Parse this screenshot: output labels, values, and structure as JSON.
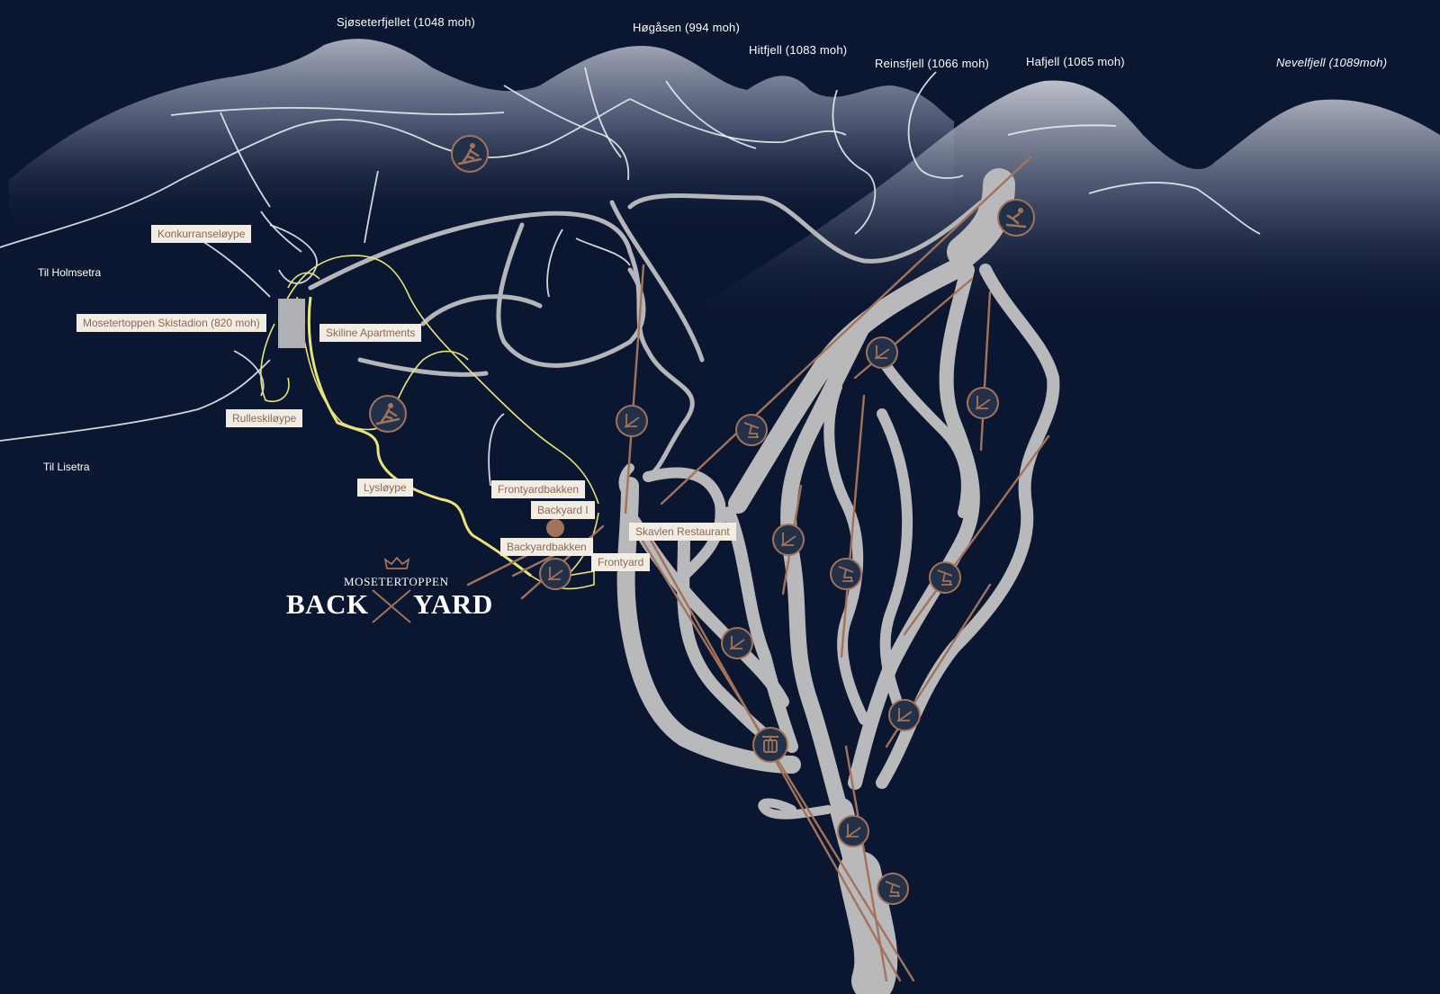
{
  "map": {
    "colors": {
      "background": "#0b1631",
      "slope": "#b9b9bb",
      "lift": "#a2735a",
      "road": "#e8eaf0",
      "cross_country_trail": "#e7e47a",
      "icon_fill": "#223048",
      "label_bg": "#f2ece2",
      "label_text": "#8a6a55"
    },
    "peaks": [
      {
        "id": "sjoseterfjellet",
        "label": "Sjøseterfjellet (1048 moh)"
      },
      {
        "id": "hogasen",
        "label": "Høgåsen (994 moh)"
      },
      {
        "id": "hitfjell",
        "label": "Hitfjell (1083 moh)"
      },
      {
        "id": "reinsfjell",
        "label": "Reinsfjell (1066 moh)"
      },
      {
        "id": "hafjell",
        "label": "Hafjell (1065 moh)"
      },
      {
        "id": "nevelfjell",
        "label": "Nevelfjell (1089moh)"
      }
    ],
    "directions": [
      {
        "id": "holmsetra",
        "label": "Til Holmsetra"
      },
      {
        "id": "lisetra",
        "label": "Til Lisetra"
      }
    ],
    "places": [
      {
        "id": "konkurranseloype",
        "label": "Konkurranseløype"
      },
      {
        "id": "skistadion",
        "label": "Mosetertoppen Skistadion (820 moh)"
      },
      {
        "id": "skiline",
        "label": "Skiline Apartments"
      },
      {
        "id": "rulleskiloype",
        "label": "Rulleskiløype"
      },
      {
        "id": "lysloype",
        "label": "Lysløype"
      },
      {
        "id": "frontyardbakken",
        "label": "Frontyardbakken"
      },
      {
        "id": "backyard1",
        "label": "Backyard I"
      },
      {
        "id": "skavlen",
        "label": "Skavlen Restaurant"
      },
      {
        "id": "backyardbakken",
        "label": "Backyardbakken"
      },
      {
        "id": "frontyard",
        "label": "Frontyard"
      }
    ],
    "logo": {
      "top": "MOSETERTOPPEN",
      "left": "BACK",
      "right": "YARD"
    },
    "icons": [
      {
        "id": "xc-skier-top",
        "type": "cross-country-skier-icon"
      },
      {
        "id": "xc-skier-mid",
        "type": "cross-country-skier-icon"
      },
      {
        "id": "downhill-skier-top",
        "type": "downhill-skier-icon"
      },
      {
        "id": "tbar-1",
        "type": "t-bar-lift-icon"
      },
      {
        "id": "tbar-2",
        "type": "t-bar-lift-icon"
      },
      {
        "id": "tbar-3",
        "type": "t-bar-lift-icon"
      },
      {
        "id": "tbar-4",
        "type": "t-bar-lift-icon"
      },
      {
        "id": "tbar-5",
        "type": "t-bar-lift-icon"
      },
      {
        "id": "tbar-6",
        "type": "t-bar-lift-icon"
      },
      {
        "id": "tbar-7",
        "type": "t-bar-lift-icon"
      },
      {
        "id": "tbar-8",
        "type": "t-bar-lift-icon"
      },
      {
        "id": "chairlift-1",
        "type": "chairlift-icon"
      },
      {
        "id": "chairlift-2",
        "type": "chairlift-icon"
      },
      {
        "id": "chairlift-3",
        "type": "chairlift-icon"
      },
      {
        "id": "chairlift-4",
        "type": "chairlift-icon"
      },
      {
        "id": "gondola-1",
        "type": "gondola-icon"
      }
    ]
  }
}
